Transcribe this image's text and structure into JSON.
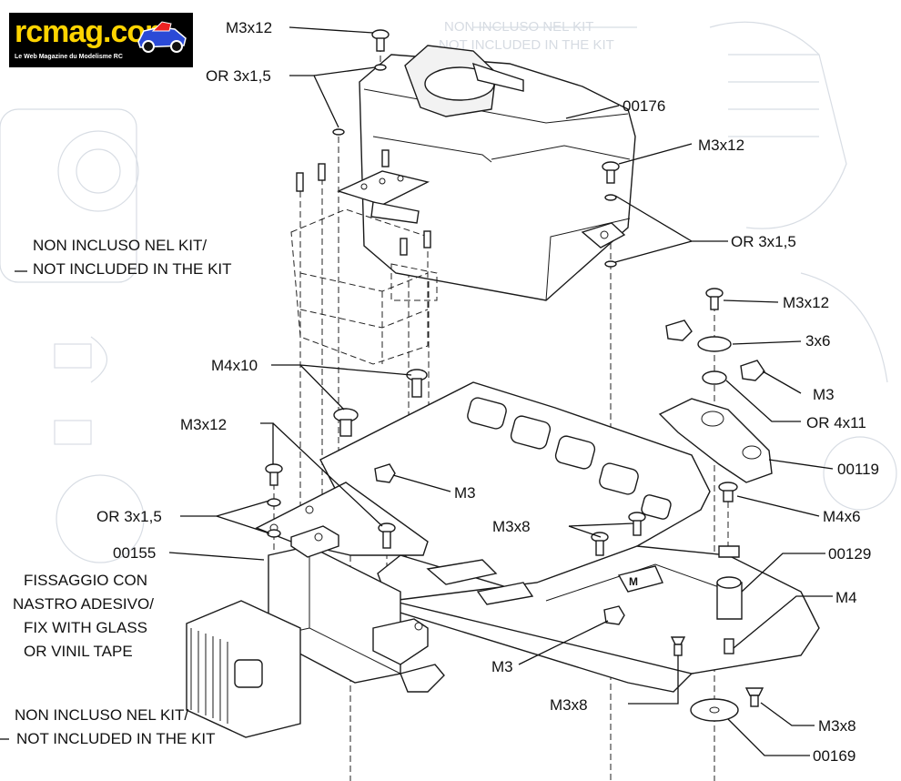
{
  "logo": {
    "brand": "rcmag.com",
    "tagline": "Le Web Magazine du Modelisme RC",
    "colors": {
      "text": "#ffd400",
      "background": "#000000"
    }
  },
  "labels": {
    "m3x12_top": "M3x12",
    "or_3x1_5_top": "OR 3x1,5",
    "p00176": "00176",
    "m3x12_tank": "M3x12",
    "or_3x1_5_tank": "OR 3x1,5",
    "m3x12_right": "M3x12",
    "w3x6": "3x6",
    "m3_nut_right": "M3",
    "or_4x11": "OR 4x11",
    "p00119": "00119",
    "m4x6": "M4x6",
    "p00129": "00129",
    "m4": "M4",
    "m3x8_plate": "M3x8",
    "m3x8_low": "M3x8",
    "m3x8_bottom_right": "M3x8",
    "p00169": "00169",
    "m3_center": "M3",
    "m3_low": "M3",
    "m4x10": "M4x10",
    "m3x12_left": "M3x12",
    "or_3x1_5_left": "OR 3x1,5",
    "p00155": "00155"
  },
  "notes": {
    "servo_line1": "NON INCLUSO NEL KIT/",
    "servo_line2": "NOT INCLUDED IN THE KIT",
    "tape_line1": "FISSAGGIO CON",
    "tape_line2": "NASTRO ADESIVO/",
    "tape_line3": "FIX WITH GLASS",
    "tape_line4": "OR VINIL TAPE",
    "receiver_line1": "NON INCLUSO NEL KIT/",
    "receiver_line2": "NOT INCLUDED IN THE KIT"
  },
  "background_text": {
    "line1": "NON INCLUSO NEL KIT",
    "line2": "NOT INCLUDED IN THE KIT"
  }
}
